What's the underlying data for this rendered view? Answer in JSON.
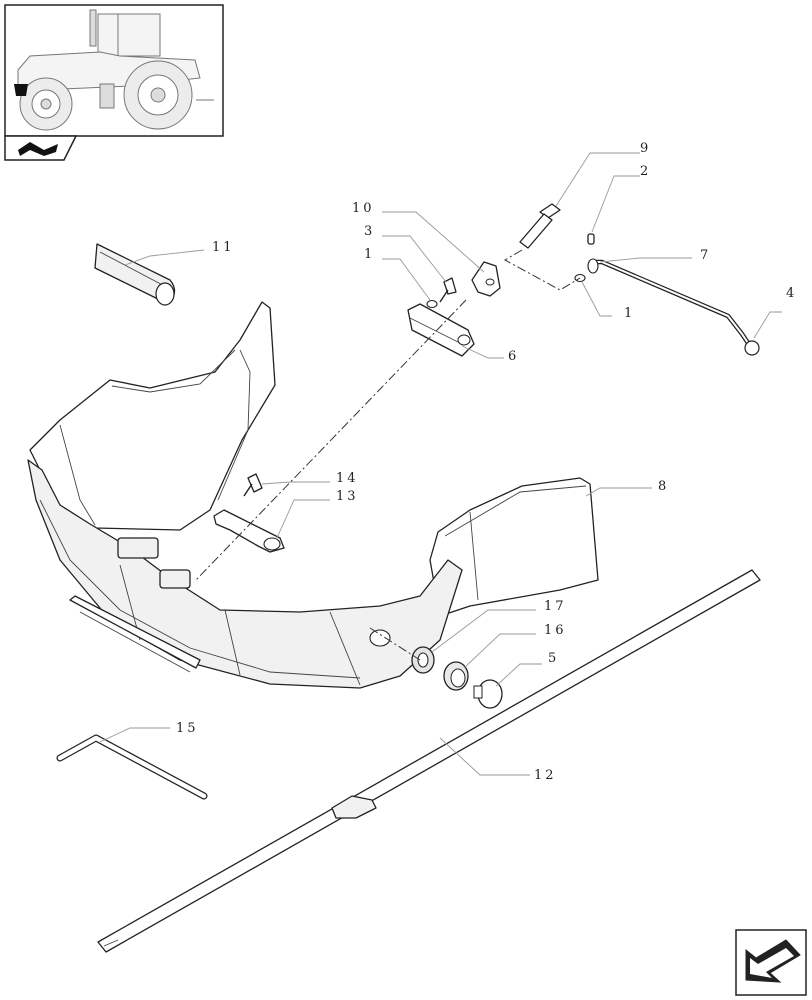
{
  "callouts": [
    {
      "id": "c9",
      "text": "9"
    },
    {
      "id": "c2",
      "text": "2"
    },
    {
      "id": "c10",
      "text": "10"
    },
    {
      "id": "c3",
      "text": "3"
    },
    {
      "id": "c1a",
      "text": "1"
    },
    {
      "id": "c7",
      "text": "7"
    },
    {
      "id": "c11",
      "text": "11"
    },
    {
      "id": "c4",
      "text": "4"
    },
    {
      "id": "c1b",
      "text": "1"
    },
    {
      "id": "c6",
      "text": "6"
    },
    {
      "id": "c14",
      "text": "14"
    },
    {
      "id": "c13",
      "text": "13"
    },
    {
      "id": "c8",
      "text": "8"
    },
    {
      "id": "c17",
      "text": "17"
    },
    {
      "id": "c16",
      "text": "16"
    },
    {
      "id": "c5",
      "text": "5"
    },
    {
      "id": "c15",
      "text": "15"
    },
    {
      "id": "c12",
      "text": "12"
    }
  ],
  "icons": {
    "thumbnail": "tractor-thumbnail-icon",
    "section": "section-book-icon",
    "next": "next-page-arrow-icon"
  }
}
